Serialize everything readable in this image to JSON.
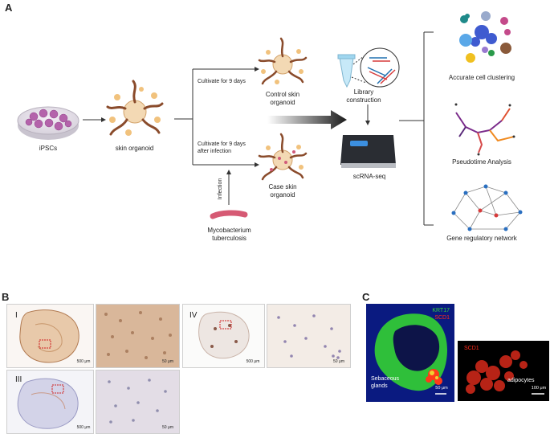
{
  "panels": {
    "a": "A",
    "b": "B",
    "c": "C"
  },
  "workflow": {
    "ipscs": "iPSCs",
    "skin_organoid": "skin organoid",
    "cultivate_control": "Cultivate for 9 days",
    "cultivate_case_line1": "Cultivate for 9 days",
    "cultivate_case_line2": "after infection",
    "control_line1": "Control skin",
    "control_line2": "organoid",
    "case_line1": "Case skin",
    "case_line2": "organoid",
    "infection": "Infection",
    "mtb_line1": "Mycobacterium",
    "mtb_line2": "tuberculosis",
    "library_line1": "Library",
    "library_line2": "construction",
    "scrnaseq": "scRNA-seq",
    "analysis": [
      "Accurate cell clustering",
      "Pseudotime Analysis",
      "Gene regulatory network"
    ]
  },
  "panel_b": {
    "roman": [
      "I",
      "IV",
      "III"
    ],
    "scales": [
      "500 μm",
      "50 μm",
      "500 μm",
      "50 μm",
      "500 μm",
      "50 μm"
    ]
  },
  "panel_c": {
    "markers": [
      "KRT17",
      "SCD1"
    ],
    "marker_single": "SCD1",
    "region1_line1": "Sebaceous",
    "region1_line2": "glands",
    "region2": "adipocytes",
    "scales": [
      "50 μm",
      "100 μm"
    ]
  },
  "colors": {
    "dish": "#b86fb0",
    "organoid": "#e0a060",
    "green": "#39d43a",
    "red": "#ff2a1a",
    "blue": "#1a2a8a"
  }
}
